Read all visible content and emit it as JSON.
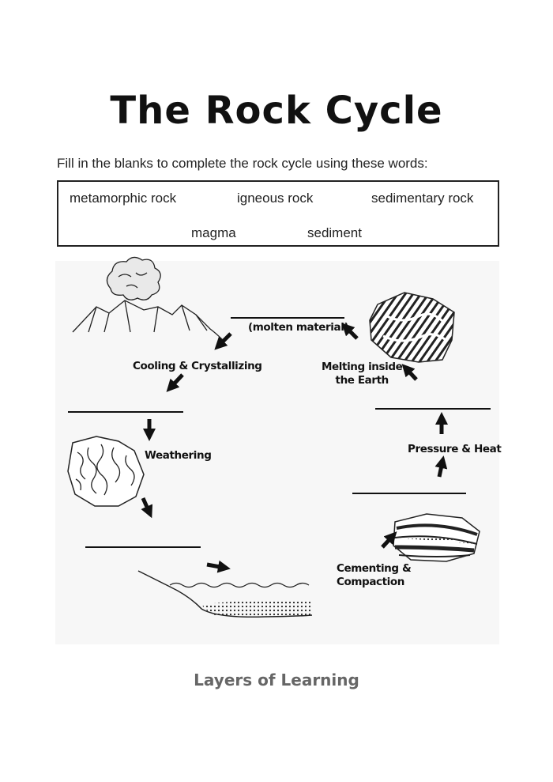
{
  "title": "The Rock Cycle",
  "instructions": "Fill in the blanks to complete the rock cycle using these words:",
  "word_bank": [
    "metamorphic rock",
    "igneous rock",
    "sedimentary rock",
    "magma",
    "sediment"
  ],
  "labels": {
    "molten": "(molten material)",
    "cooling": "Cooling & Crystallizing",
    "melting_1": "Melting inside",
    "melting_2": "the Earth",
    "weathering": "Weathering",
    "pressure": "Pressure & Heat",
    "cementing_1": "Cementing &",
    "cementing_2": "Compaction"
  },
  "footer": "Layers of Learning"
}
